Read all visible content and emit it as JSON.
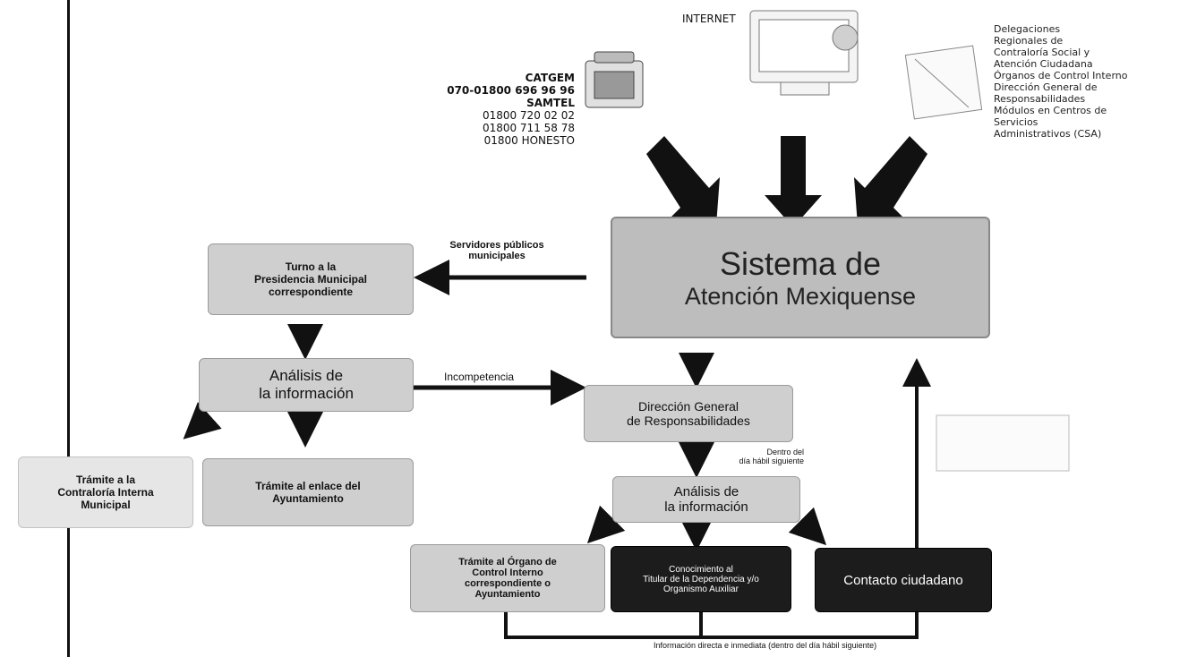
{
  "internet_label": "INTERNET",
  "phones": {
    "catgem_label": "CATGEM",
    "catgem_number": "070-01800 696 96 96",
    "samtel_label": "SAMTEL",
    "samtel_numbers": [
      "01800 720 02 02",
      "01800 711 58 78",
      "01800 HONESTO"
    ]
  },
  "delegaciones": "Delegaciones\nRegionales de\nContraloría Social y\nAtención Ciudadana\nÓrganos de Control Interno\nDirección General de\nResponsabilidades\nMódulos en Centros de\nServicios\nAdministrativos (CSA)",
  "main_system": {
    "line1": "Sistema de",
    "line2": "Atención Mexiquense"
  },
  "servidores_label": "Servidores públicos\nmunicipales",
  "turno_box": "Turno a la\nPresidencia Municipal\ncorrespondiente",
  "analisis_left": "Análisis de\nla información",
  "incompetencia_label": "Incompetencia",
  "tramite_contraloria": "Trámite a la\nContraloría Interna\nMunicipal",
  "tramite_enlace": "Trámite al enlace del\nAyuntamiento",
  "direccion_general": "Dirección General\nde Responsabilidades",
  "dentro_label": "Dentro del\ndía hábil siguiente",
  "analisis_right": "Análisis de\nla información",
  "tramite_organo": "Trámite al Órgano de\nControl Interno\ncorrespondiente o\nAyuntamiento",
  "conocimiento": "Conocimiento al\nTitular de la Dependencia y/o\nOrganismo Auxiliar",
  "contacto": "Contacto ciudadano",
  "info_footer": "Información directa e inmediata (dentro del día hábil siguiente)"
}
